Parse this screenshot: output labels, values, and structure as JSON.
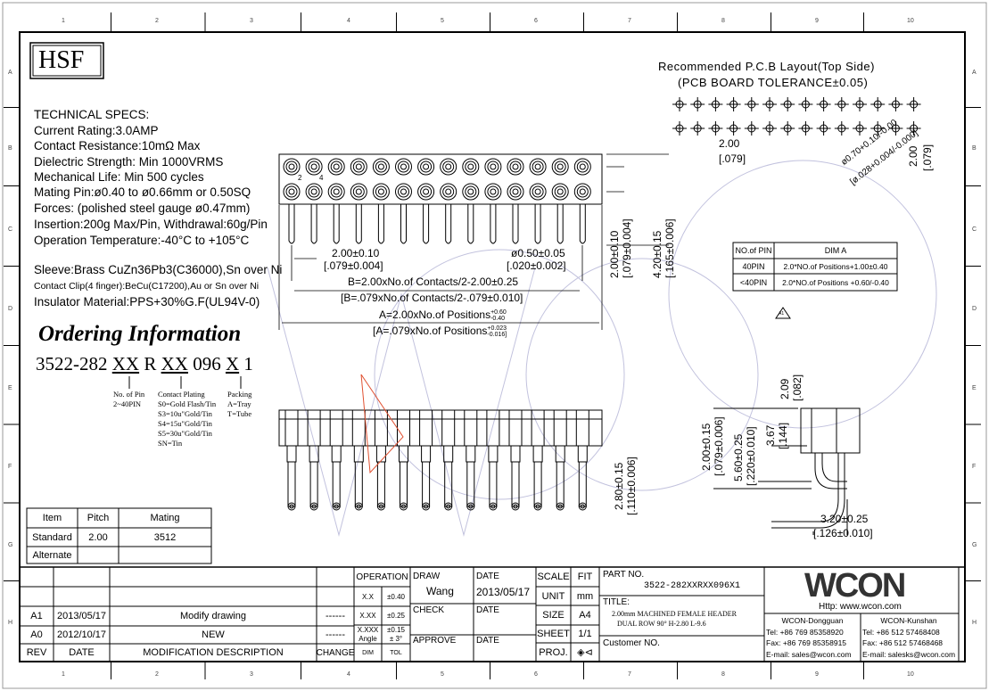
{
  "logo_text": "HSF",
  "specs": {
    "heading": "TECHNICAL SPECS:",
    "lines": [
      "Current Rating:3.0AMP",
      "Contact Resistance:10mΩ  Max",
      "Dielectric Strength: Min 1000VRMS",
      "Mechanical Life: Min 500 cycles",
      "Mating Pin:ø0.40 to ø0.66mm or 0.50SQ",
      "Forces: (polished steel gauge ø0.47mm)",
      "Insertion:200g Max/Pin,   Withdrawal:60g/Pin",
      "Operation Temperature:-40°C to +105°C"
    ],
    "materials": [
      "Sleeve:Brass CuZn36Pb3(C36000),Sn over Ni",
      "Contact Clip(4 finger):BeCu(C17200),Au or Sn over Ni",
      "Insulator Material:PPS+30%G.F(UL94V-0)"
    ]
  },
  "ordering": {
    "title": "Ordering Information",
    "code_parts": [
      "3522-282 ",
      "XX",
      " R ",
      "XX",
      " 096 ",
      "X",
      " 1"
    ],
    "pin_label": [
      "No. of Pin",
      "2~40PIN"
    ],
    "plating_label": [
      "Contact Plating",
      "S0=Gold Flash/Tin",
      "S3=10u\"Gold/Tin",
      "S4=15u\"Gold/Tin",
      "S5=30u\"Gold/Tin",
      "SN=Tin"
    ],
    "packing_label": [
      "Packing",
      "A=Tray",
      "T=Tube"
    ]
  },
  "pcb": {
    "title": "Recommended P.C.B Layout(Top Side)",
    "subtitle": "(PCB BOARD TOLERANCE±0.05)",
    "pitch": "2.00",
    "pitch_in": "[.079]",
    "row_pitch": "2.00",
    "row_pitch_in": "[.079]",
    "hole": "ø0.70+0.10/-0.00",
    "hole_in": "[ø.028+0.004/-0.000]"
  },
  "dims": {
    "pitch": "2.00±0.10",
    "pitch_in": "[.079±0.004]",
    "pin_dia": "ø0.50±0.05",
    "pin_dia_in": "[.020±0.002]",
    "b": "B=2.00xNo.of  Contacts/2-2.00±0.25",
    "b_in": "[B=.079xNo.of  Contacts/2-.079±0.010]",
    "a": "A=2.00xNo.of  Positions",
    "a_tol_up": "+0.60",
    "a_tol_dn": "-0.40",
    "a_in": "[A=.079xNo.of  Positions",
    "a_in_tol_up": "+0.023",
    "a_in_tol_dn": "-0.016]",
    "row": "2.00±0.10",
    "row_in": "[.079±0.004]",
    "height": "4.20±0.15",
    "height_in": "[.165±0.006]",
    "tail": "2.80±0.15",
    "tail_in": "[.110±0.006]",
    "side_a": "2.00±0.15",
    "side_a_in": "[.079±0.006]",
    "side_b": "5.60±0.25",
    "side_b_in": "[.220±0.010]",
    "side_c": "3.67",
    "side_c_in": "[.144]",
    "side_d": "2.09",
    "side_d_in": "[.082]",
    "side_e": "3.20±0.25",
    "side_e_in": "[.126±0.010]",
    "row_label_2": "2",
    "row_label_4": "4"
  },
  "dim_table": {
    "headers": [
      "NO.of  PIN",
      "DIM  A"
    ],
    "rows": [
      [
        "40PIN",
        "2.0*NO.of  Positions+1.00±0.40"
      ],
      [
        "<40PIN",
        "2.0*NO.of  Positions +0.60/-0.40"
      ]
    ]
  },
  "revision_mark": "A1",
  "mating_table": {
    "headers": [
      "Item",
      "Pitch",
      "Mating"
    ],
    "rows": [
      [
        "Standard",
        "2.00",
        "3512"
      ],
      [
        "Alternate",
        "",
        ""
      ]
    ]
  },
  "title_block": {
    "revisions": [
      {
        "rev": "A1",
        "date": "2013/05/17",
        "desc": "Modify drawing",
        "change": "------"
      },
      {
        "rev": "A0",
        "date": "2012/10/17",
        "desc": "NEW",
        "change": "------"
      }
    ],
    "rev_headers": [
      "REV",
      "DATE",
      "MODIFICATION  DESCRIPTION",
      "CHANGE"
    ],
    "operation": "OPERATION",
    "tolerances": [
      [
        "X.X",
        "±0.40"
      ],
      [
        "X.XX",
        "±0.25"
      ],
      [
        "X.XXX",
        "±0.15"
      ],
      [
        "Angle",
        "± 3°"
      ]
    ],
    "dim_tol": [
      "DIM",
      "TOL"
    ],
    "draw_label": "DRAW",
    "draw_name": "Wang",
    "date_label": "DATE",
    "draw_date": "2013/05/17",
    "check_label": "CHECK",
    "approve_label": "APPROVE",
    "scale": [
      "SCALE",
      "FIT"
    ],
    "unit": [
      "UNIT",
      "mm"
    ],
    "size": [
      "SIZE",
      "A4"
    ],
    "sheet": [
      "SHEET",
      "1/1"
    ],
    "proj": "PROJ.",
    "part_no_label": "PART  NO.",
    "part_no": "3522-282XXRXX096X1",
    "title_label": "TITLE:",
    "title_1": "2.00mm MACHINED FEMALE HEADER",
    "title_2": "DUAL ROW 90° H-2.80 L-9.6",
    "customer_label": "Customer  NO.",
    "company": "WCON",
    "website": "Http:  www.wcon.com",
    "dg": [
      "WCON-Dongguan",
      "Tel: +86 769 85358920",
      "Fax: +86 769 85358915",
      "E-mail: sales@wcon.com"
    ],
    "ks": [
      "WCON-Kunshan",
      "Tel: +86 512 57468408",
      "Fax: +86 512 57468468",
      "E-mail: salesks@wcon.com"
    ]
  },
  "grid": {
    "cols": [
      "1",
      "2",
      "3",
      "4",
      "5",
      "6",
      "7",
      "8",
      "9",
      "10"
    ],
    "rows": [
      "A",
      "B",
      "C",
      "D",
      "E",
      "F",
      "G",
      "H"
    ]
  }
}
